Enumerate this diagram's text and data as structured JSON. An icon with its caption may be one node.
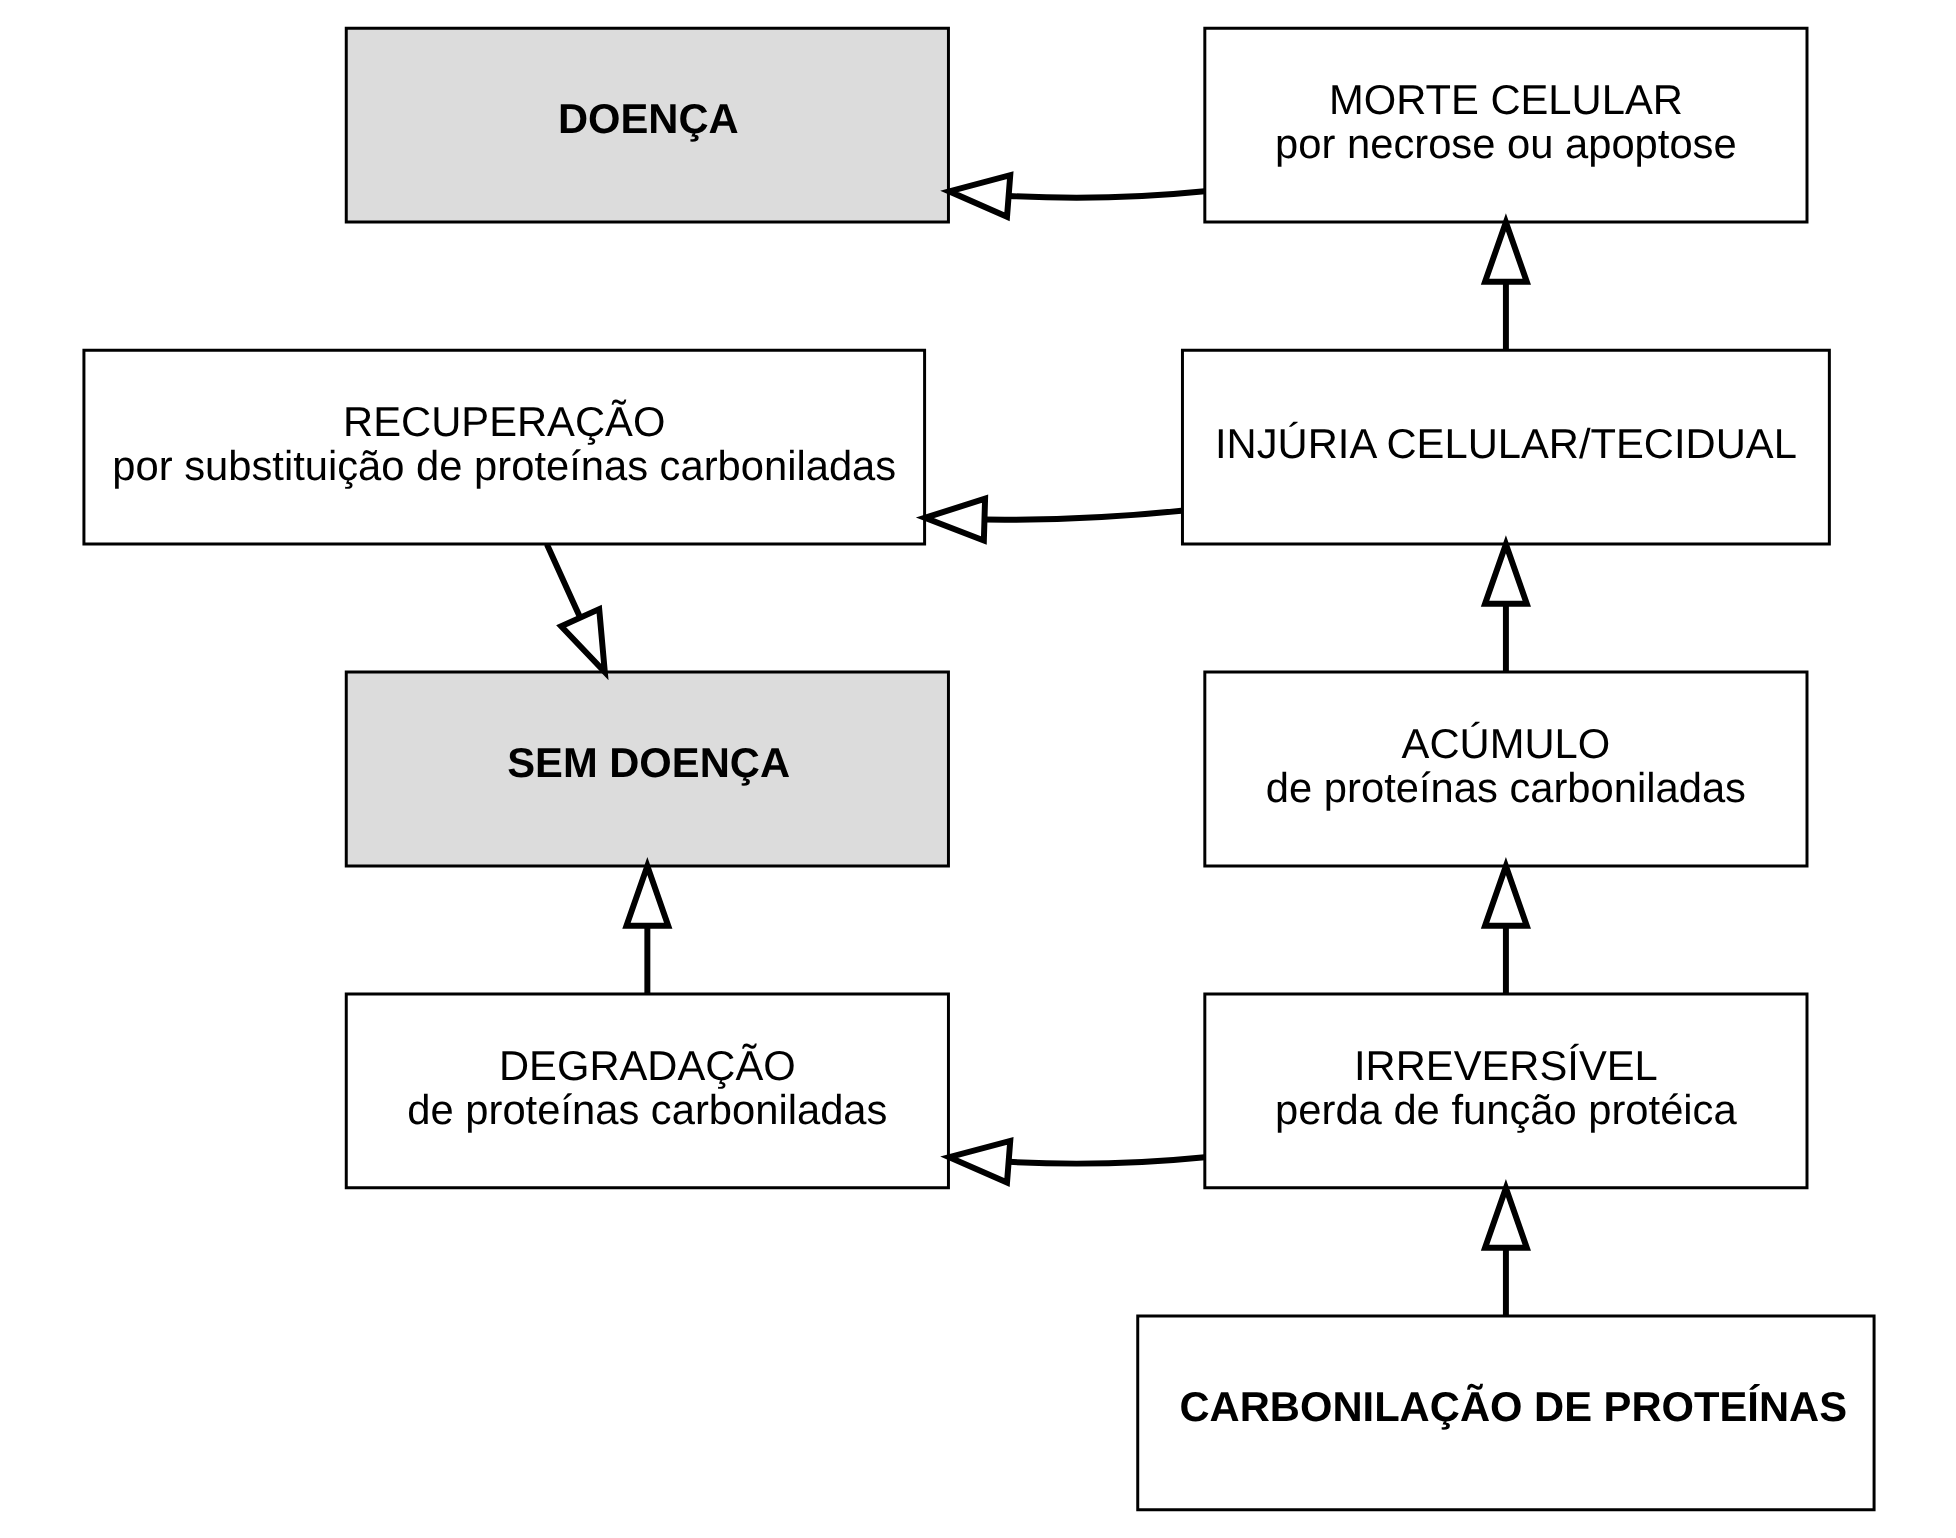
{
  "diagram": {
    "nodes": [
      {
        "text": [
          "DOENÇA"
        ]
      },
      {
        "text": [
          "MORTE CELULAR",
          "por necrose ou apoptose"
        ]
      },
      {
        "text": [
          "RECUPERAÇÃO",
          "por substituição de proteínas carboniladas"
        ]
      },
      {
        "text": [
          "INJÚRIA CELULAR/TECIDUAL"
        ]
      },
      {
        "text": [
          "SEM DOENÇA"
        ]
      },
      {
        "text": [
          "ACÚMULO",
          "de proteínas carboniladas"
        ]
      },
      {
        "text": [
          "DEGRADAÇÃO",
          "de proteínas carboniladas"
        ]
      },
      {
        "text": [
          "IRREVERSÍVEL",
          "perda de função protéica"
        ]
      },
      {
        "text": [
          "CARBONILAÇÃO DE PROTEÍNAS"
        ]
      }
    ],
    "edges": [
      {
        "from": 1,
        "to": 0,
        "arrow": "to"
      },
      {
        "from": 3,
        "to": 2,
        "arrow": "to"
      },
      {
        "from": 2,
        "to": 4,
        "arrow": "to"
      },
      {
        "from": 3,
        "to": 1,
        "arrow": "to"
      },
      {
        "from": 5,
        "to": 3,
        "arrow": "to"
      },
      {
        "from": 7,
        "to": 5,
        "arrow": "to"
      },
      {
        "from": 6,
        "to": 4,
        "arrow": "to"
      },
      {
        "from": 7,
        "to": 6,
        "arrow": "to"
      },
      {
        "from": 8,
        "to": 7,
        "arrow": "to"
      }
    ]
  }
}
